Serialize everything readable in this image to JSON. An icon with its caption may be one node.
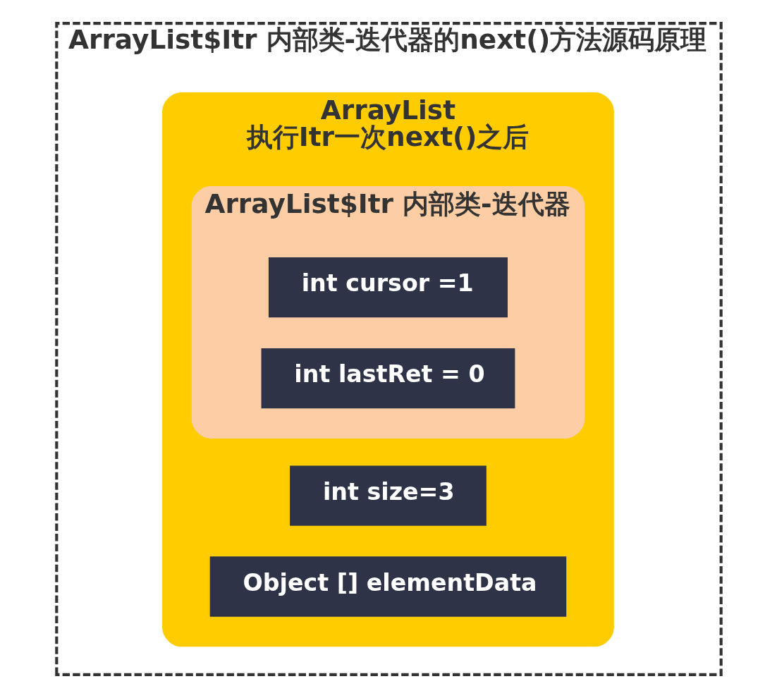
{
  "diagram": {
    "nodes": [
      {
        "text": [
          "ArrayList$Itr 内部类-迭代器的next()方法源码原理"
        ]
      },
      {
        "text": [
          "ArrayList",
          "执行Itr一次next()之后"
        ],
        "in": 0
      },
      {
        "text": [
          "int size=3"
        ],
        "in": 1
      },
      {
        "text": [
          "Object [] elementData"
        ],
        "in": 1
      },
      {
        "text": [
          "ArrayList$Itr 内部类-迭代器"
        ],
        "in": 1
      },
      {
        "text": [
          "int cursor =1"
        ],
        "in": 4
      },
      {
        "text": [
          "int lastRet = 0"
        ],
        "in": 4
      }
    ]
  }
}
